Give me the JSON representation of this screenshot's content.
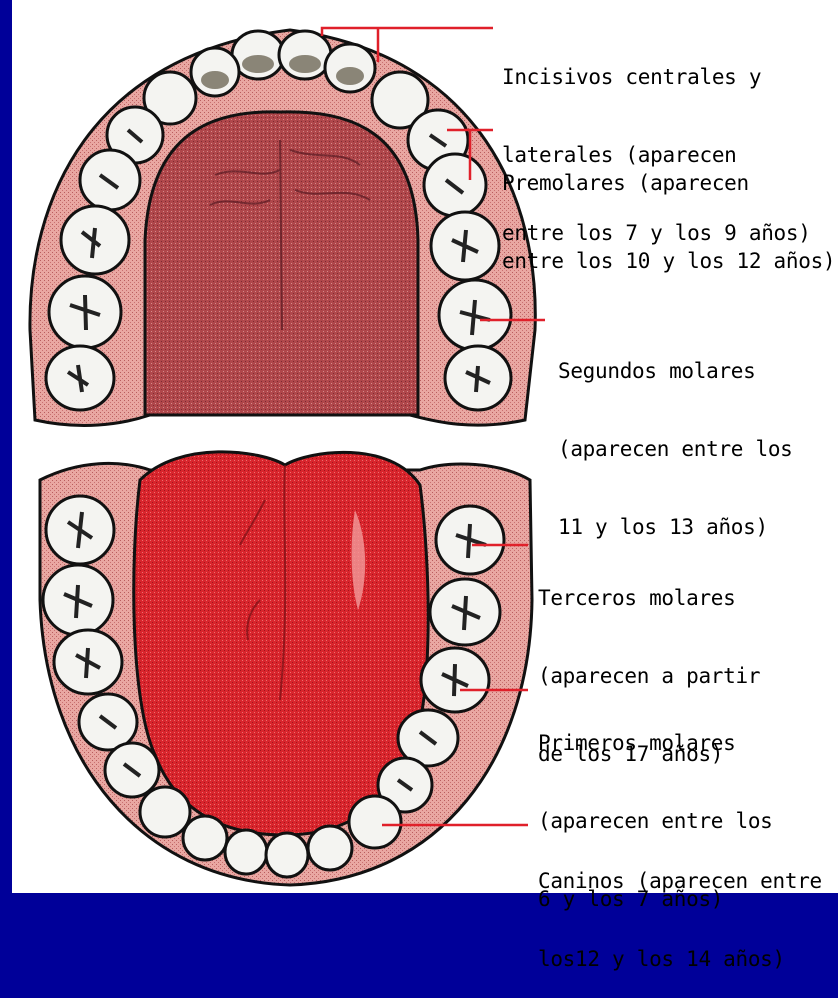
{
  "colors": {
    "background": "#000099",
    "canvas": "#ffffff",
    "gum": "#e9a7a2",
    "palate": "#b0474b",
    "tongue": "#d8252d",
    "tooth": "#f4f4f1",
    "tooth_shadow": "#8a8577",
    "outline": "#111111"
  },
  "labels": {
    "incisors": [
      "Incisivos centrales y",
      "laterales (aparecen",
      "entre los 7 y los 9 años)"
    ],
    "premolars": [
      "Premolares (aparecen",
      "entre los 10 y los 12 años)"
    ],
    "second_molars": [
      "Segundos molares",
      "(aparecen entre los",
      "11 y los 13 años)"
    ],
    "third_molars": [
      "Terceros molares",
      "(aparecen a partir",
      "de los 17 años)"
    ],
    "first_molars": [
      "Primeros molares",
      "(aparecen entre los",
      "6 y los 7 años)"
    ],
    "canines": [
      "Caninos (aparecen entre",
      "los12 y los 14 años)"
    ]
  }
}
